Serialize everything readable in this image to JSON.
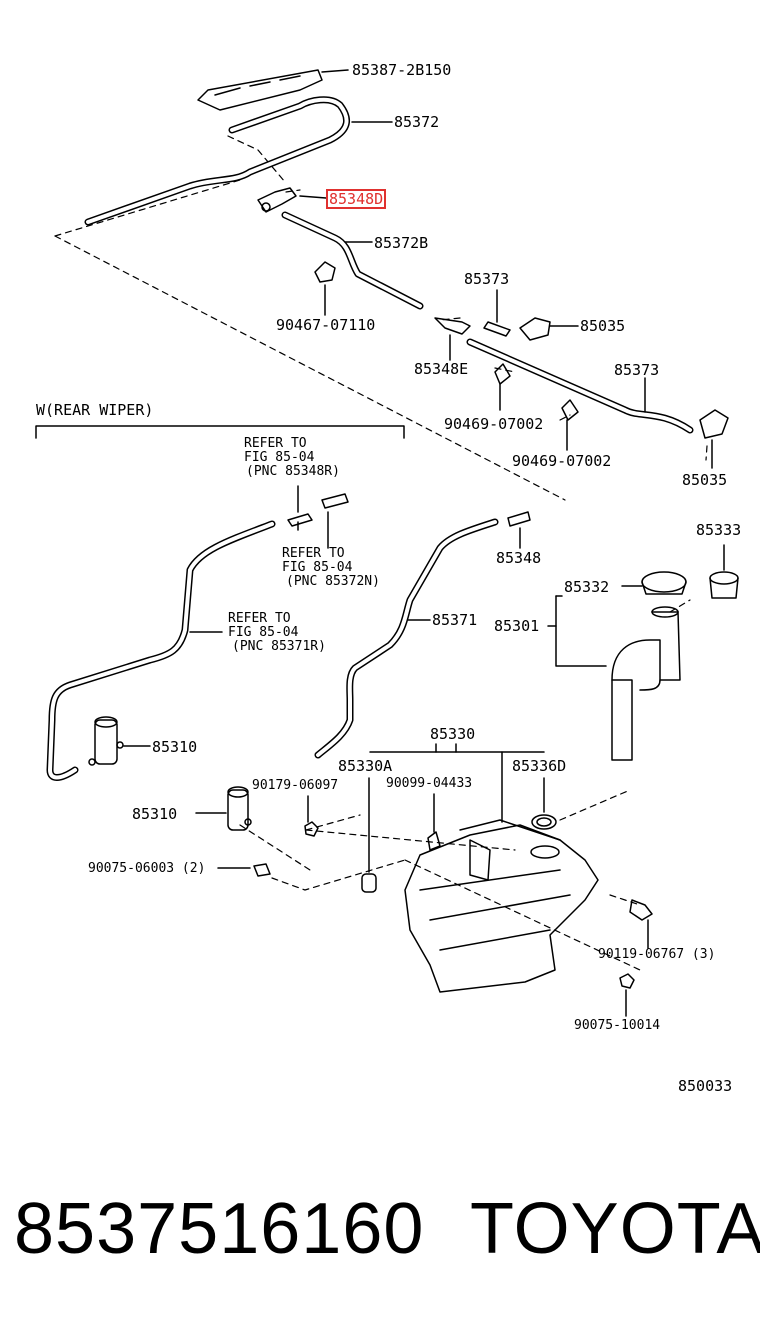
{
  "diagram": {
    "figure_code": "850033",
    "section_header": "W(REAR WIPER)",
    "highlighted_part": "85348D",
    "labels": {
      "p85387": "85387-2B150",
      "p85372": "85372",
      "p85348D": "85348D",
      "p85372B": "85372B",
      "p85373a": "85373",
      "p90467": "90467-07110",
      "p85035a": "85035",
      "p85348E": "85348E",
      "p85373b": "85373",
      "p90469a": "90469-07002",
      "p90469b": "90469-07002",
      "p85035b": "85035",
      "refer1_l1": "REFER TO",
      "refer1_l2": "FIG 85-04",
      "refer1_l3": "(PNC 85348R)",
      "refer2_l1": "REFER TO",
      "refer2_l2": "FIG 85-04",
      "refer2_l3": "(PNC 85372N)",
      "refer3_l1": "REFER TO",
      "refer3_l2": "FIG 85-04",
      "refer3_l3": "(PNC 85371R)",
      "p85348": "85348",
      "p85333": "85333",
      "p85332": "85332",
      "p85371": "85371",
      "p85301": "85301",
      "p85310a": "85310",
      "p85330": "85330",
      "p85330A": "85330A",
      "p85336D": "85336D",
      "p90179": "90179-06097",
      "p90099": "90099-04433",
      "p85310b": "85310",
      "p90075a": "90075-06003 (2)",
      "p90119": "90119-06767 (3)",
      "p90075b": "90075-10014"
    }
  },
  "footer": {
    "part_number": "8537516160",
    "brand": "TOYOTA"
  },
  "colors": {
    "ink": "#000000",
    "highlight": "#e0312f",
    "background": "#ffffff"
  }
}
